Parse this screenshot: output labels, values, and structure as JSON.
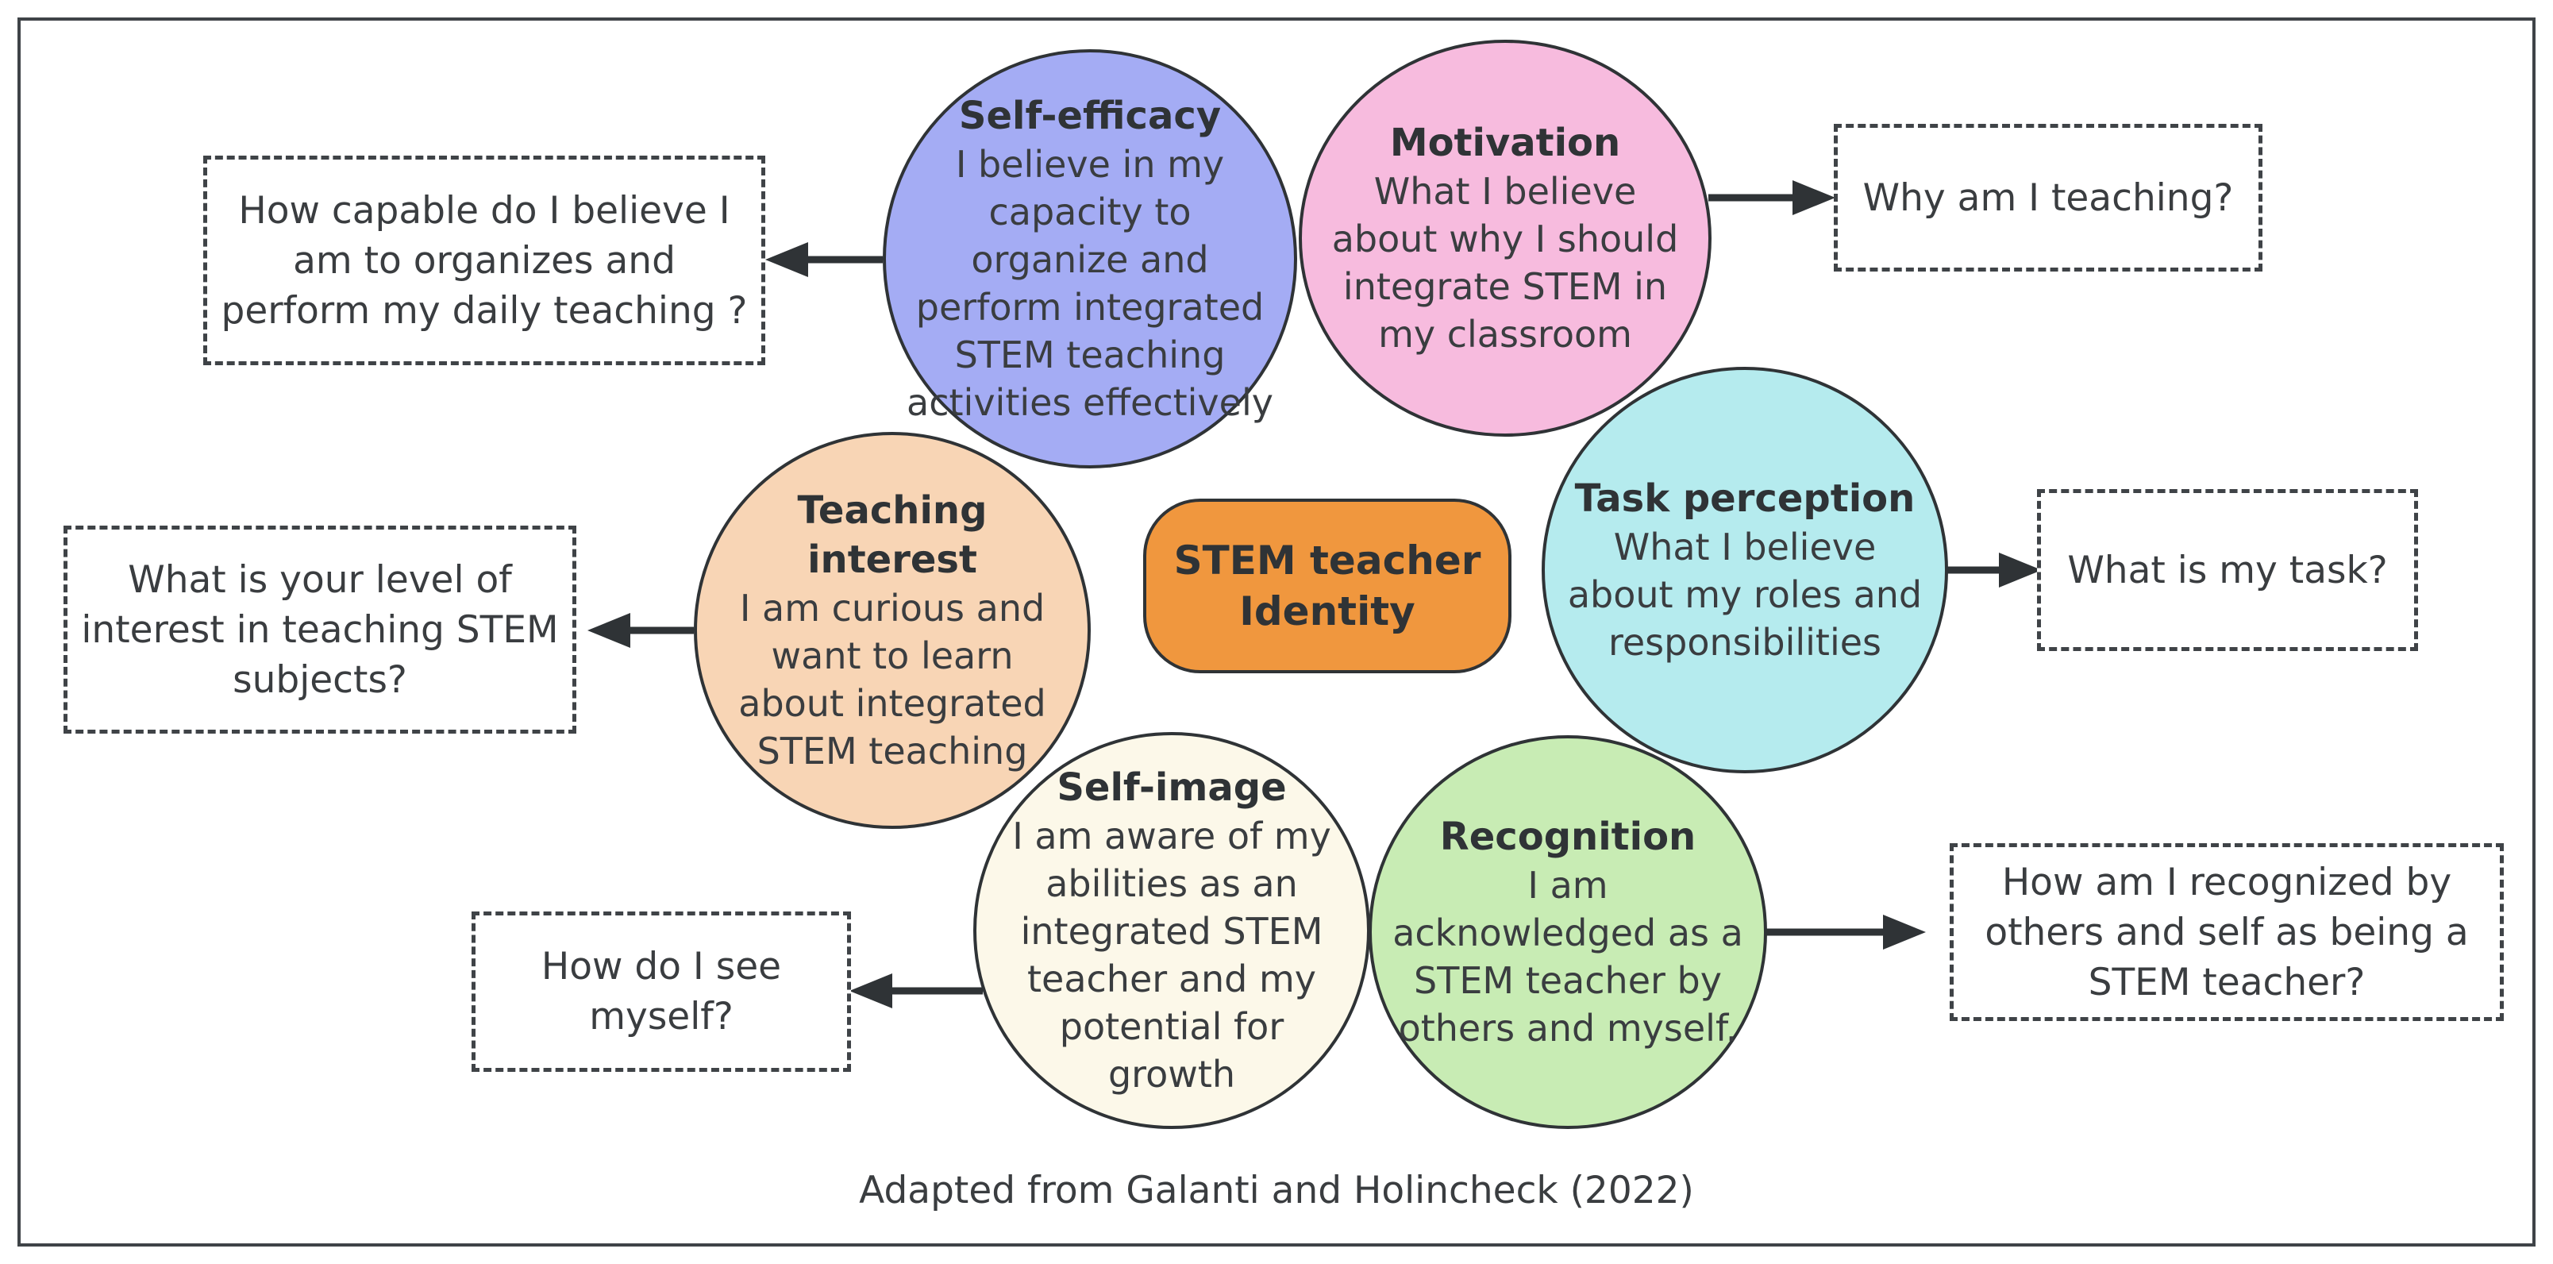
{
  "center": {
    "label": "STEM teacher Identity",
    "color": "#f0973e"
  },
  "nodes": {
    "self_efficacy": {
      "title": "Self-efficacy",
      "desc": "I believe in my capacity to organize and perform integrated STEM teaching activities effectively",
      "question": "How capable do I  believe I am to organizes and perform my daily teaching ?",
      "color": "#a4acf4"
    },
    "motivation": {
      "title": "Motivation",
      "desc": "What I believe about why I should integrate STEM in my classroom",
      "question": "Why am I teaching?",
      "color": "#f7bbde"
    },
    "task_perception": {
      "title": "Task perception",
      "desc": "What I believe about my roles and responsibilities",
      "question": "What is my task?",
      "color": "#b5ebee"
    },
    "teaching_interest": {
      "title": "Teaching interest",
      "desc": "I am curious and want to learn about integrated STEM teaching",
      "question": "What is your level of interest in teaching STEM subjects?",
      "color": "#f8d5b5"
    },
    "self_image": {
      "title": "Self-image",
      "desc": "I am aware of my abilities as an integrated STEM teacher and my potential for growth",
      "question": "How do I see myself?",
      "color": "#fcf8e9"
    },
    "recognition": {
      "title": "Recognition",
      "desc": "I am acknowledged as a STEM teacher by others and myself.",
      "question": "How am I recognized by others and self as being a STEM teacher?",
      "color": "#c8ecb4"
    }
  },
  "caption": "Adapted from Galanti and Holincheck  (2022)"
}
